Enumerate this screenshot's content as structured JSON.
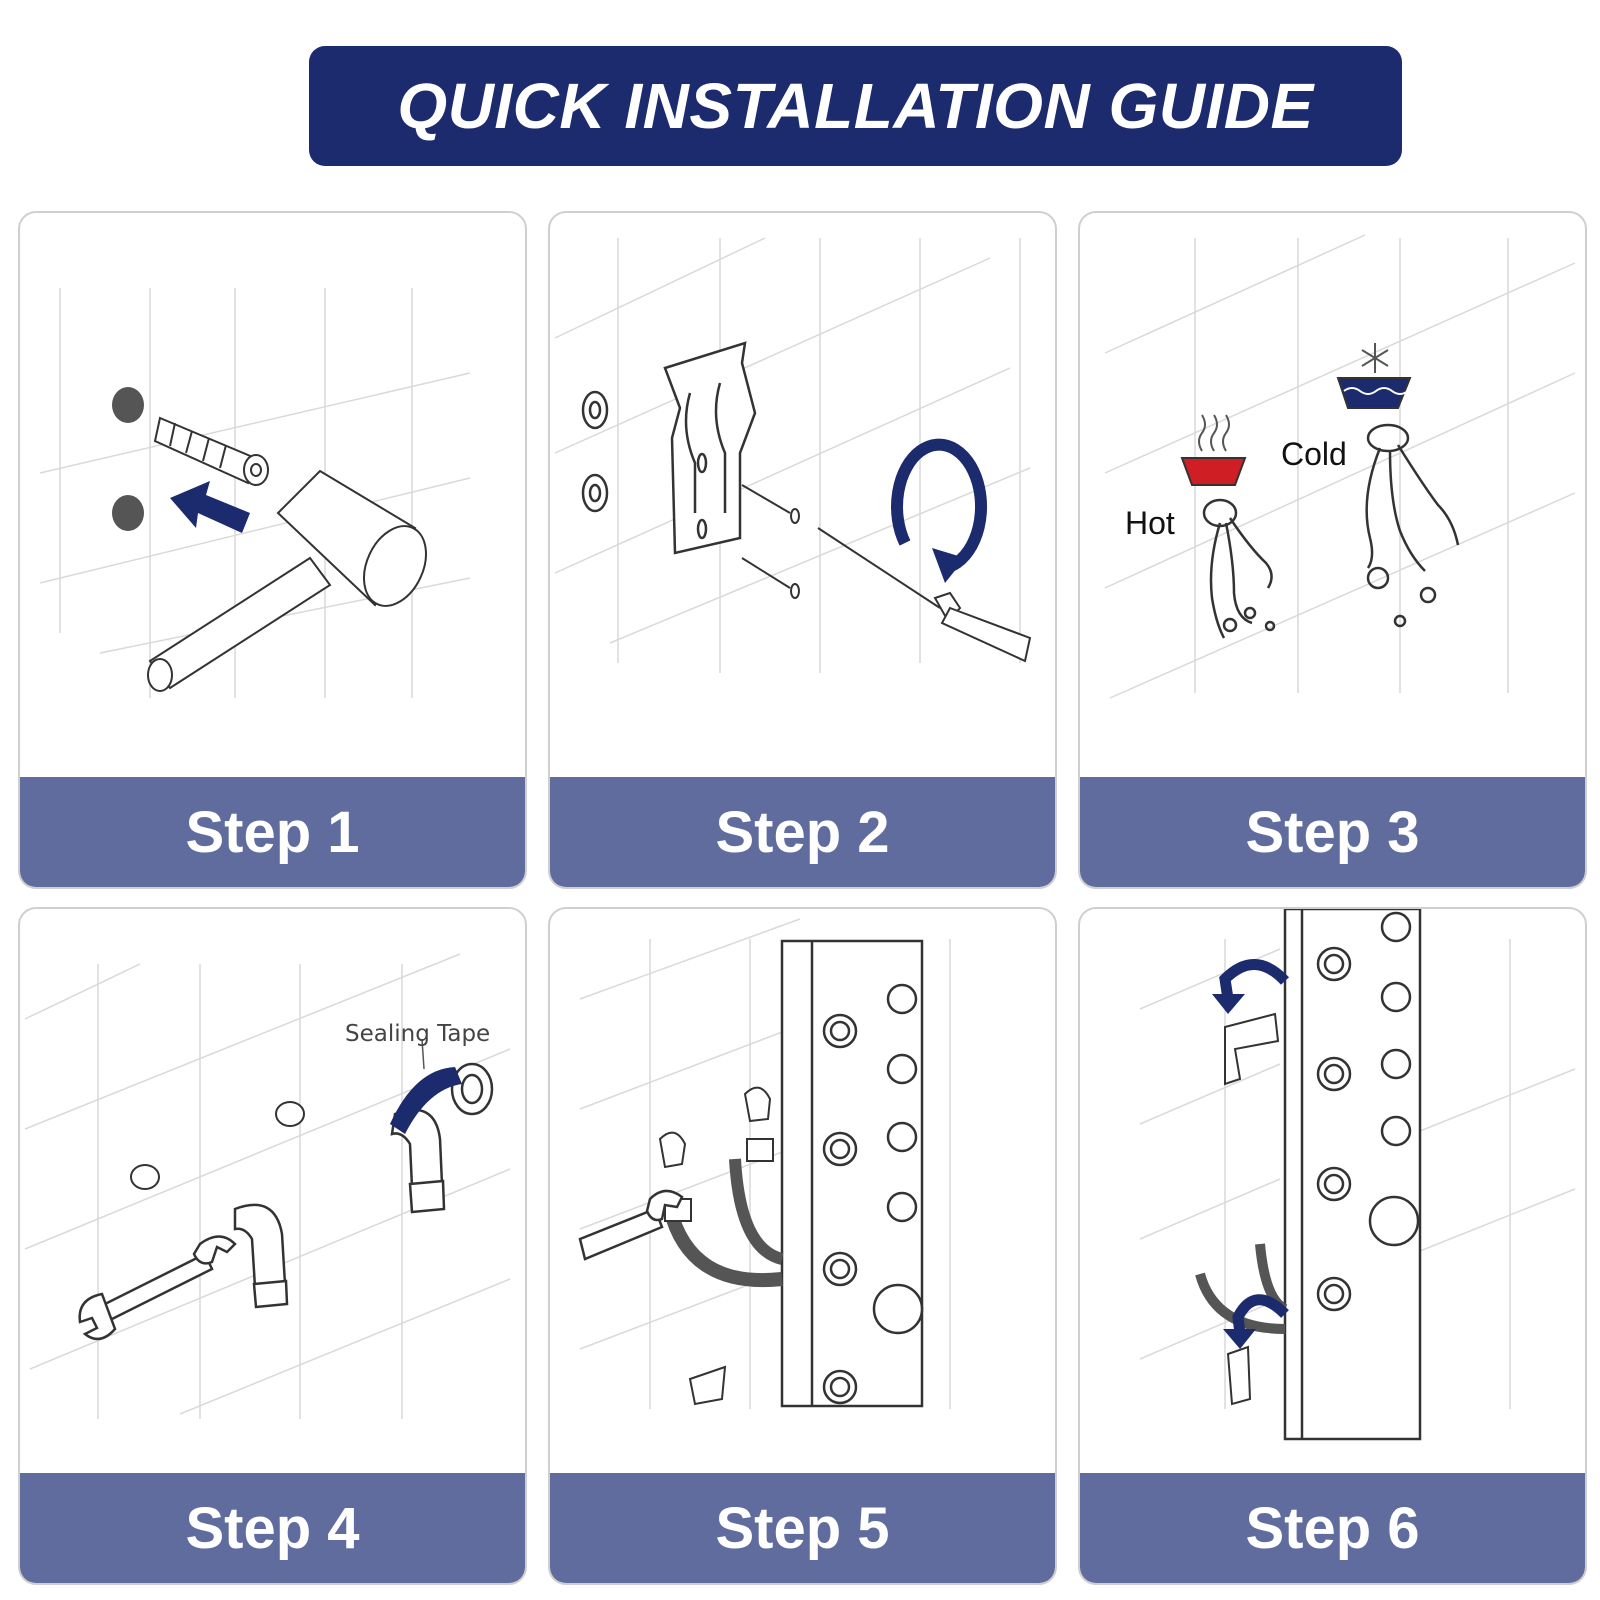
{
  "banner": {
    "title": "QUICK INSTALLATION GUIDE"
  },
  "colors": {
    "navy": "#1c2a6e",
    "step_bar": "#5f6c9d",
    "hot": "#cf1f25",
    "cold": "#1c2a6e"
  },
  "steps": [
    {
      "label": "Step 1",
      "icons": [
        "wall-anchor-icon",
        "hammer-icon",
        "arrow-icon"
      ]
    },
    {
      "label": "Step 2",
      "icons": [
        "mounting-bracket-icon",
        "screw-icon",
        "screwdriver-icon",
        "rotate-arrow-icon"
      ]
    },
    {
      "label": "Step 3",
      "hot_label": "Hot",
      "cold_label": "Cold",
      "icons": [
        "hot-water-icon",
        "cold-water-icon",
        "pipe-icon"
      ]
    },
    {
      "label": "Step 4",
      "sealing_label": "Sealing Tape",
      "icons": [
        "wrench-icon",
        "elbow-connector-icon",
        "sealing-tape-icon"
      ]
    },
    {
      "label": "Step 5",
      "icons": [
        "hose-icon",
        "shower-panel-icon",
        "wrench-icon"
      ]
    },
    {
      "label": "Step 6",
      "icons": [
        "shower-panel-icon",
        "bracket-hook-icon",
        "rotate-arrow-icon"
      ]
    }
  ]
}
